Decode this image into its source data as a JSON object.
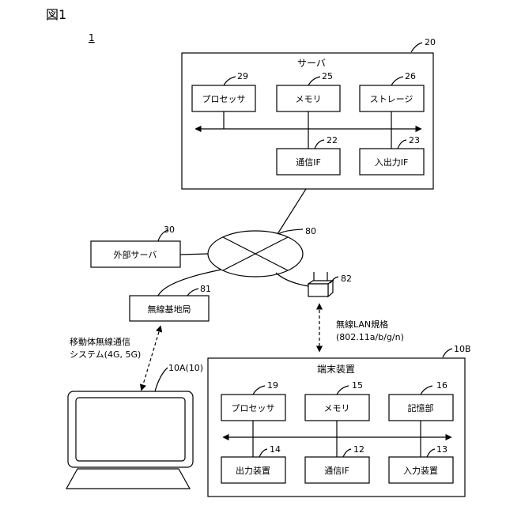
{
  "figure_label": "図1",
  "system_ref": "1",
  "server": {
    "ref": "20",
    "title": "サーバ",
    "processor": {
      "label": "プロセッサ",
      "ref": "29"
    },
    "memory": {
      "label": "メモリ",
      "ref": "25"
    },
    "storage": {
      "label": "ストレージ",
      "ref": "26"
    },
    "comm_if": {
      "label": "通信IF",
      "ref": "22"
    },
    "io_if": {
      "label": "入出力IF",
      "ref": "23"
    }
  },
  "external_server": {
    "label": "外部サーバ",
    "ref": "30"
  },
  "network_ref": "80",
  "access_point_ref": "82",
  "base_station": {
    "label": "無線基地局",
    "ref": "81"
  },
  "mobile_link": {
    "line1": "移動体無線通信",
    "line2": "システム(4G, 5G)"
  },
  "wlan_link": {
    "line1": "無線LAN規格",
    "line2": "(802.11a/b/g/n)"
  },
  "laptop_ref": "10A(10)",
  "terminal": {
    "ref": "10B",
    "title": "端末装置",
    "processor": {
      "label": "プロセッサ",
      "ref": "19"
    },
    "memory": {
      "label": "メモリ",
      "ref": "15"
    },
    "storage": {
      "label": "記憶部",
      "ref": "16"
    },
    "output": {
      "label": "出力装置",
      "ref": "14"
    },
    "comm_if": {
      "label": "通信IF",
      "ref": "12"
    },
    "input": {
      "label": "入力装置",
      "ref": "13"
    }
  }
}
